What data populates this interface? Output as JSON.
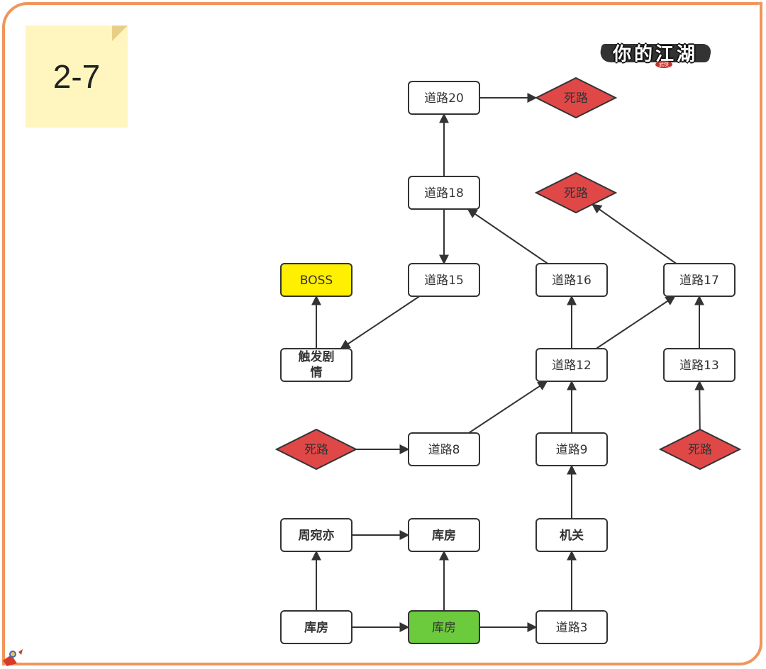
{
  "note": {
    "label": "2-7",
    "color": "#fff5bf"
  },
  "logo": {
    "title": "你的江湖",
    "seal": "武侠"
  },
  "colors": {
    "frame": "#f2955a",
    "dead_end": "#e04848",
    "boss": "#ffef00",
    "start": "#6ccb3c",
    "plot_text": "#5b78e6",
    "default_text": "#333333",
    "stroke": "#333333"
  },
  "nodes": [
    {
      "id": "road20",
      "label": "道路20",
      "shape": "rect"
    },
    {
      "id": "dead1",
      "label": "死路",
      "shape": "diamond",
      "style": "dead"
    },
    {
      "id": "road18",
      "label": "道路18",
      "shape": "rect"
    },
    {
      "id": "dead2",
      "label": "死路",
      "shape": "diamond",
      "style": "dead"
    },
    {
      "id": "boss",
      "label": "BOSS",
      "shape": "rect",
      "style": "boss"
    },
    {
      "id": "road15",
      "label": "道路15",
      "shape": "rect"
    },
    {
      "id": "road16",
      "label": "道路16",
      "shape": "rect"
    },
    {
      "id": "road17",
      "label": "道路17",
      "shape": "rect"
    },
    {
      "id": "plot",
      "label": "触发剧情",
      "shape": "rect",
      "style": "plot"
    },
    {
      "id": "road12",
      "label": "道路12",
      "shape": "rect"
    },
    {
      "id": "road13",
      "label": "道路13",
      "shape": "rect"
    },
    {
      "id": "dead3",
      "label": "死路",
      "shape": "diamond",
      "style": "dead"
    },
    {
      "id": "road8",
      "label": "道路8",
      "shape": "rect"
    },
    {
      "id": "road9",
      "label": "道路9",
      "shape": "rect"
    },
    {
      "id": "dead4",
      "label": "死路",
      "shape": "diamond",
      "style": "dead"
    },
    {
      "id": "zhou",
      "label": "周宛亦",
      "shape": "rect",
      "style": "plot"
    },
    {
      "id": "store_top",
      "label": "库房",
      "shape": "rect",
      "style": "bold"
    },
    {
      "id": "trap",
      "label": "机关",
      "shape": "rect",
      "style": "bold"
    },
    {
      "id": "store_left",
      "label": "库房",
      "shape": "rect",
      "style": "bold"
    },
    {
      "id": "store_start",
      "label": "库房",
      "shape": "rect",
      "style": "start"
    },
    {
      "id": "road3",
      "label": "道路3",
      "shape": "rect"
    }
  ],
  "edges": [
    {
      "from": "road20",
      "to": "dead1"
    },
    {
      "from": "road18",
      "to": "road20"
    },
    {
      "from": "road18",
      "to": "road15"
    },
    {
      "from": "road16",
      "to": "road18"
    },
    {
      "from": "road17",
      "to": "dead2"
    },
    {
      "from": "road15",
      "to": "plot"
    },
    {
      "from": "plot",
      "to": "boss"
    },
    {
      "from": "road12",
      "to": "road16"
    },
    {
      "from": "road12",
      "to": "road17"
    },
    {
      "from": "road13",
      "to": "road17"
    },
    {
      "from": "dead4",
      "to": "road13"
    },
    {
      "from": "road8",
      "to": "road12"
    },
    {
      "from": "road9",
      "to": "road12"
    },
    {
      "from": "dead3",
      "to": "road8"
    },
    {
      "from": "trap",
      "to": "road9"
    },
    {
      "from": "zhou",
      "to": "store_top"
    },
    {
      "from": "store_left",
      "to": "zhou"
    },
    {
      "from": "store_left",
      "to": "store_start"
    },
    {
      "from": "store_start",
      "to": "store_top"
    },
    {
      "from": "store_start",
      "to": "road3"
    },
    {
      "from": "road3",
      "to": "trap"
    }
  ]
}
